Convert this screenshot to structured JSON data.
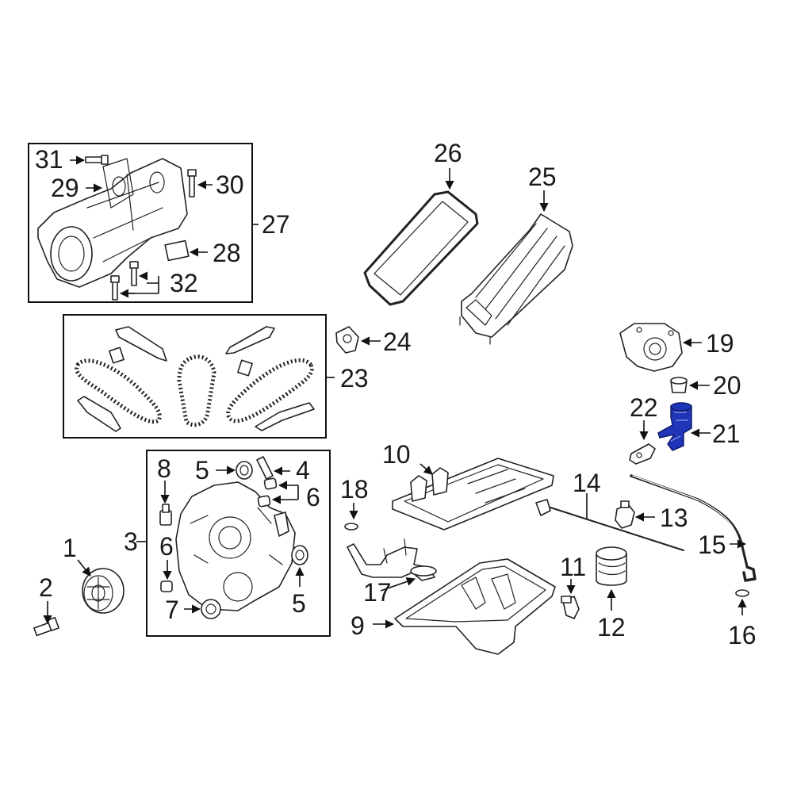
{
  "diagram": {
    "highlight_color": "#1f35b8",
    "line_color": "#222222",
    "labels": {
      "p1": "1",
      "p2": "2",
      "p3": "3",
      "p4": "4",
      "p5a": "5",
      "p5b": "5",
      "p6a": "6",
      "p6b": "6",
      "p7": "7",
      "p8": "8",
      "p9": "9",
      "p10": "10",
      "p11": "11",
      "p12": "12",
      "p13": "13",
      "p14": "14",
      "p15": "15",
      "p16": "16",
      "p17": "17",
      "p18": "18",
      "p19": "19",
      "p20": "20",
      "p21": "21",
      "p22": "22",
      "p23": "23",
      "p24": "24",
      "p25": "25",
      "p26": "26",
      "p27": "27",
      "p28": "28",
      "p29": "29",
      "p30": "30",
      "p31": "31",
      "p32": "32"
    }
  }
}
